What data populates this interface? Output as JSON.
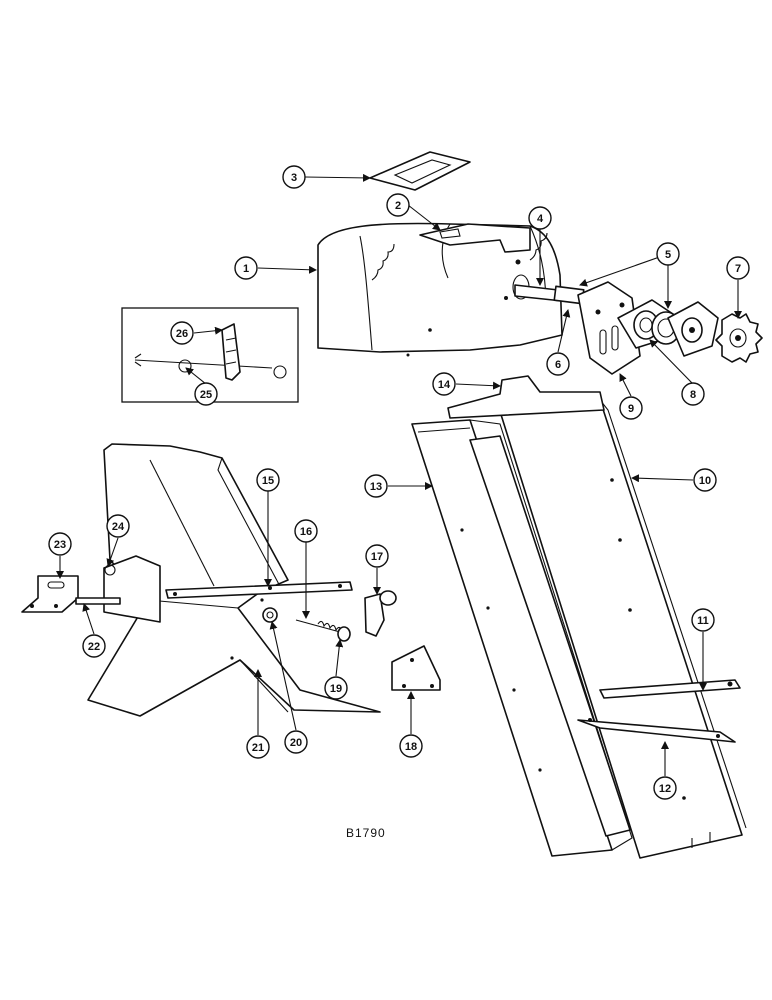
{
  "drawing": {
    "reference": "B1790",
    "callouts": [
      "1",
      "2",
      "3",
      "4",
      "5",
      "6",
      "7",
      "8",
      "9",
      "10",
      "11",
      "12",
      "13",
      "14",
      "15",
      "16",
      "17",
      "18",
      "19",
      "20",
      "21",
      "22",
      "23",
      "24",
      "25",
      "26"
    ]
  },
  "colors": {
    "ink": "#111111",
    "paper": "#ffffff"
  }
}
